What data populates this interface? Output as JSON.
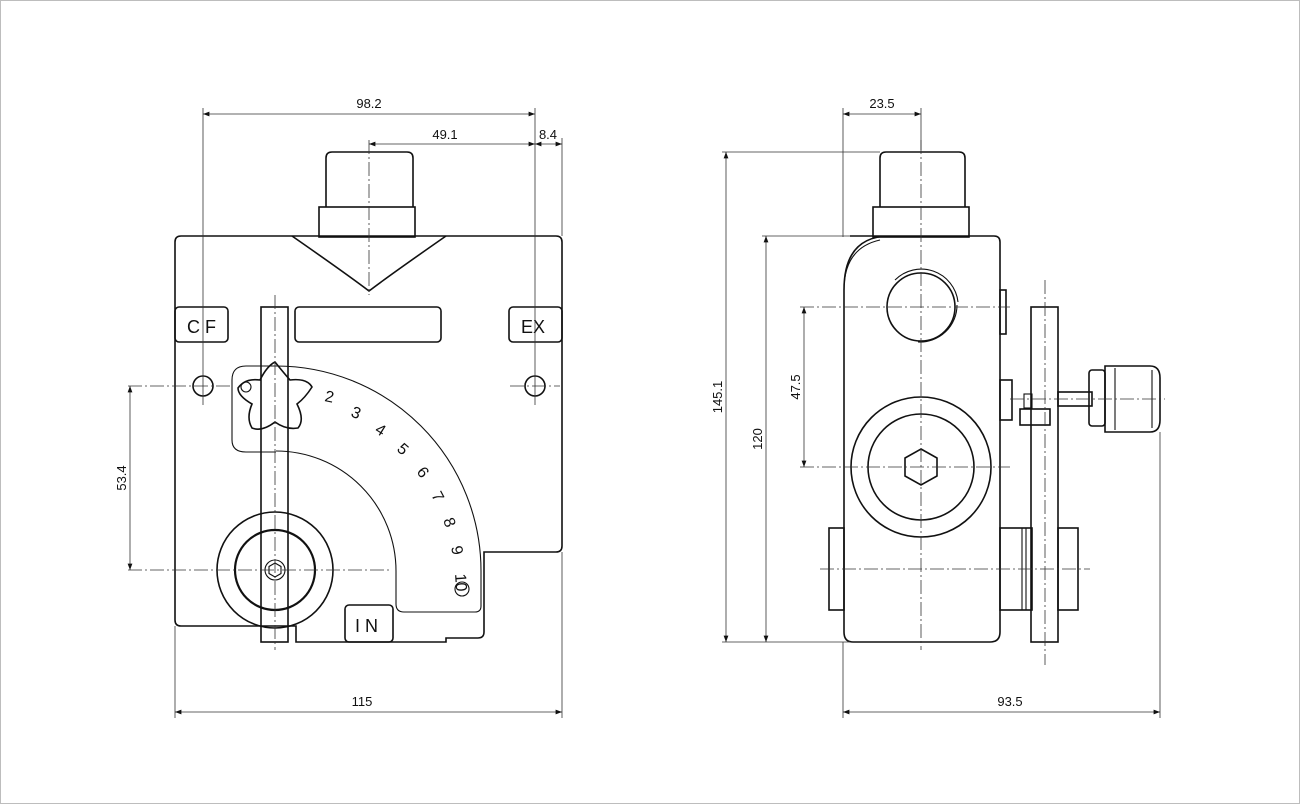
{
  "front_view": {
    "labels": {
      "cf": "C F",
      "ex": "EX",
      "in": "I N"
    },
    "scale_numbers": [
      "2",
      "3",
      "4",
      "5",
      "6",
      "7",
      "8",
      "9",
      "10"
    ],
    "dimensions": {
      "overall_width": "115",
      "hole_spacing": "98.2",
      "center_to_port": "49.1",
      "edge_offset": "8.4",
      "height_offset": "53.4"
    }
  },
  "side_view": {
    "dimensions": {
      "top_offset": "23.5",
      "overall_height": "145.1",
      "body_height": "120",
      "port_spacing": "47.5",
      "overall_depth": "93.5"
    }
  }
}
